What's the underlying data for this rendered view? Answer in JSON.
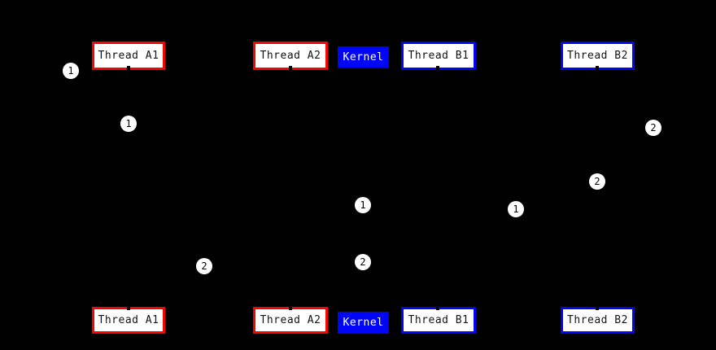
{
  "diagram": {
    "type": "sequence-diagram",
    "background_color": "#000000",
    "colors": {
      "thread_a_border": "#f80400",
      "thread_b_border": "#0004f8",
      "kernel_fill": "#0004f8",
      "box_fill": "#ffffff",
      "box_text": "#141414",
      "kernel_text": "#ffffff",
      "marker_fill": "#ffffff",
      "marker_text": "#000000"
    },
    "entities": [
      {
        "label": "Thread A1",
        "style": "red-outline"
      },
      {
        "label": "Thread A2",
        "style": "red-outline"
      },
      {
        "label": "Kernel",
        "style": "blue-filled"
      },
      {
        "label": "Thread B1",
        "style": "blue-outline"
      },
      {
        "label": "Thread B2",
        "style": "blue-outline"
      }
    ],
    "markers": [
      {
        "label": "1"
      },
      {
        "label": "1"
      },
      {
        "label": "2"
      },
      {
        "label": "2"
      },
      {
        "label": "1"
      },
      {
        "label": "1"
      },
      {
        "label": "2"
      },
      {
        "label": "2"
      }
    ]
  }
}
